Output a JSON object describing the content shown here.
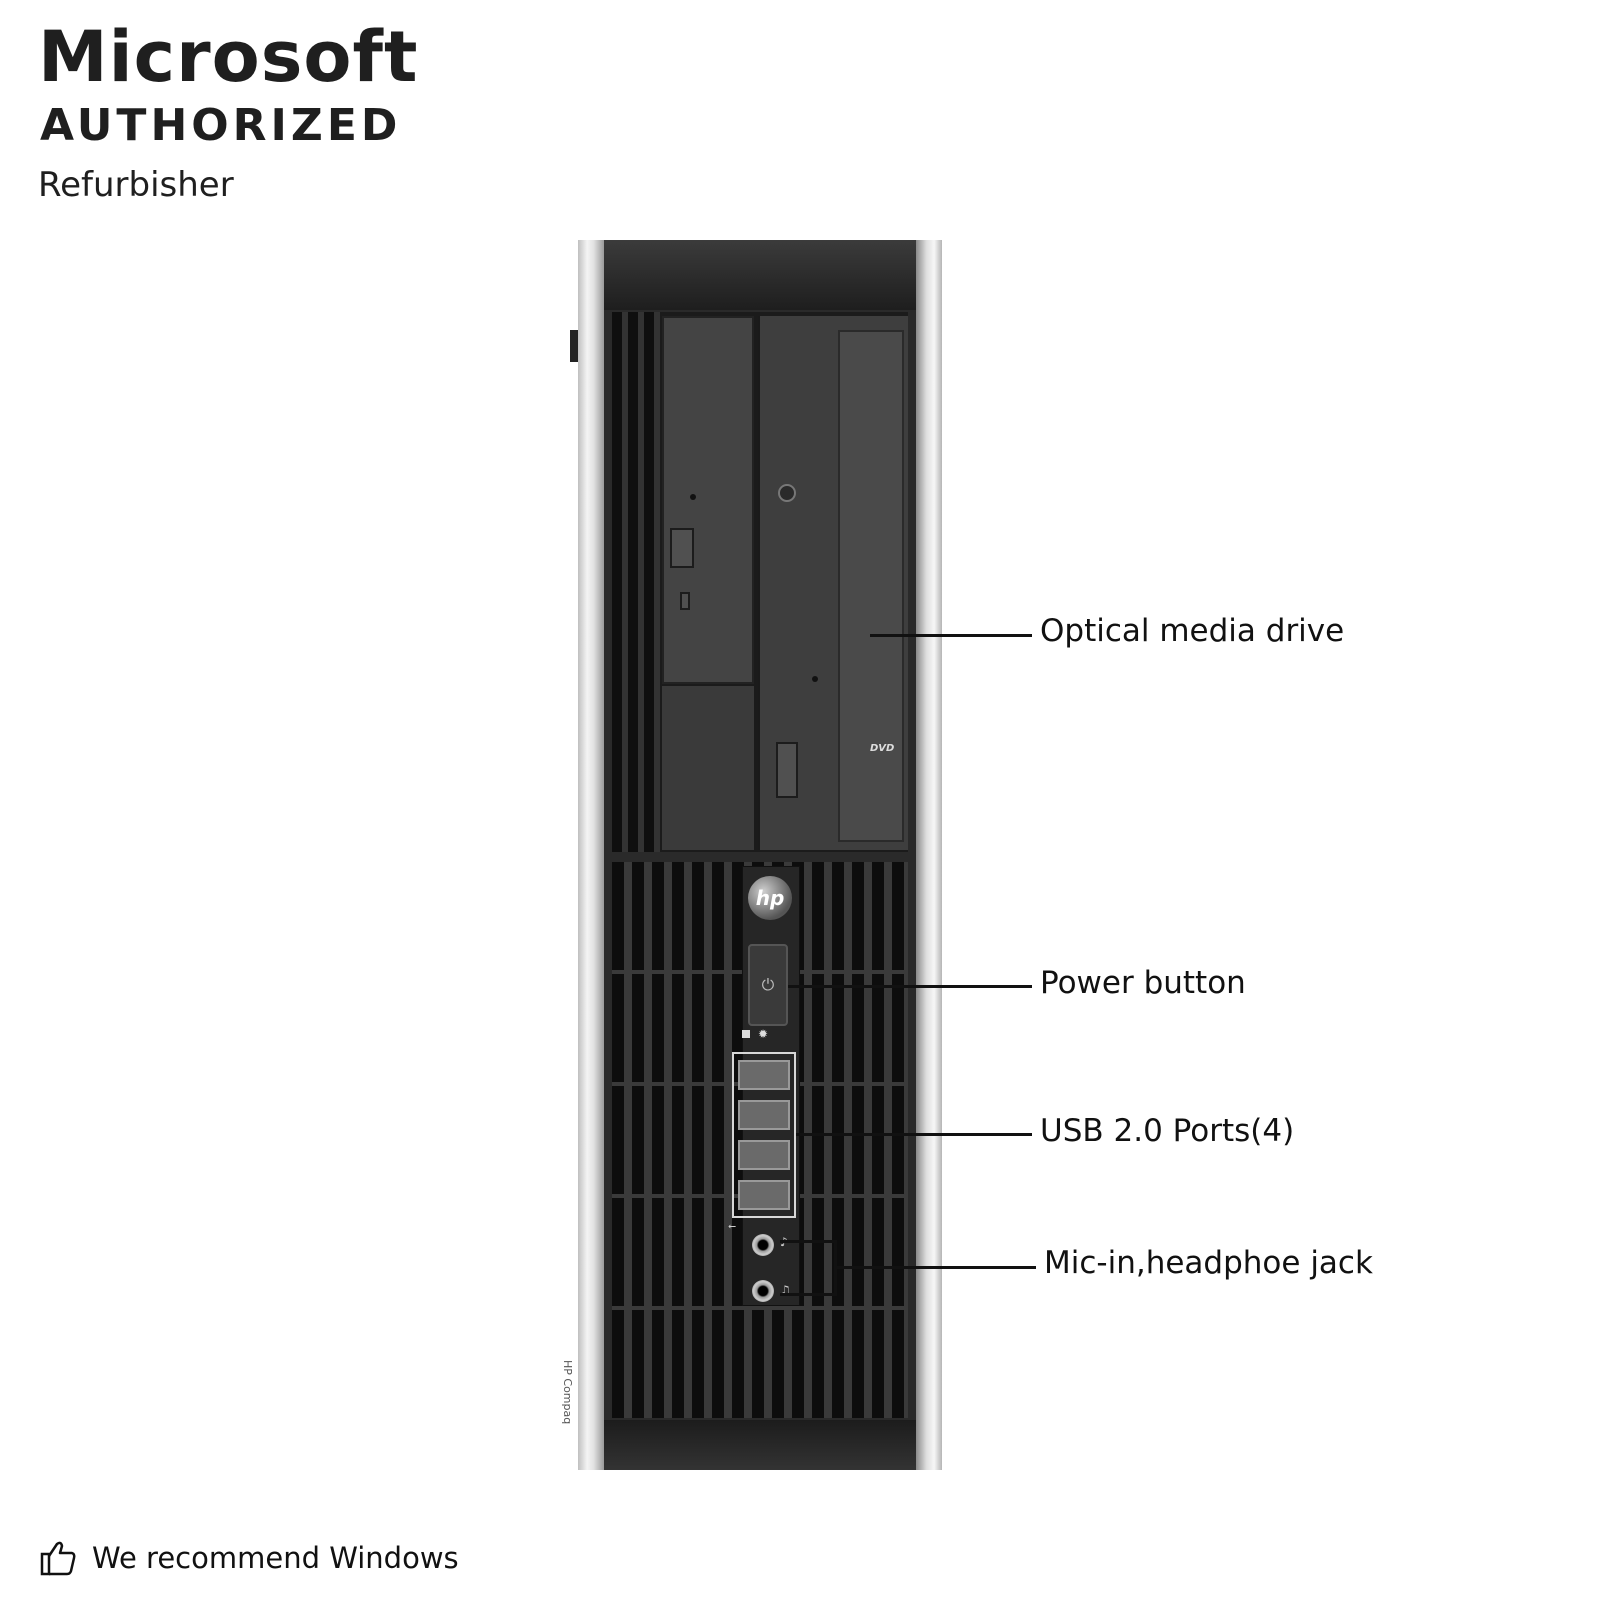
{
  "brand": {
    "title": "Microsoft",
    "subtitle": "AUTHORIZED",
    "tagline": "Refurbisher"
  },
  "callouts": [
    {
      "label": "Optical media drive"
    },
    {
      "label": "Power button"
    },
    {
      "label": "USB 2.0 Ports(4)"
    },
    {
      "label": "Mic-in,headphoe jack"
    }
  ],
  "device": {
    "logo_text": "hp",
    "side_label": "HP Compaq",
    "drive_badge": "DVD",
    "usb_count": 4,
    "audio_jack_count": 2
  },
  "footer": {
    "icon": "thumbs-up-icon",
    "text": "We recommend Windows"
  },
  "colors": {
    "background": "#ffffff",
    "case_front": "#2a2a2a",
    "silver": "#d9d9d9",
    "text": "#111111"
  }
}
